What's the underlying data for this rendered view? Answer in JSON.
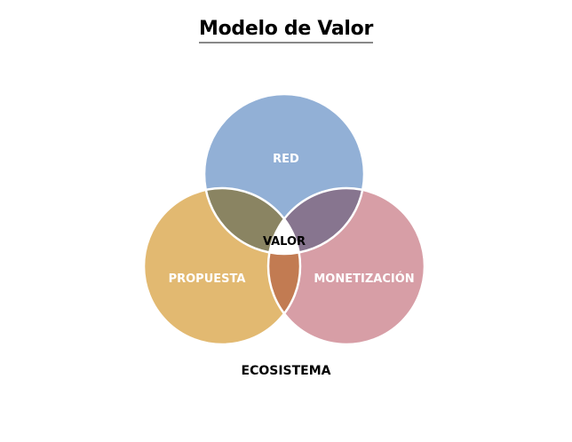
{
  "title": "Modelo de Valor",
  "footer": "ECOSISTEMA",
  "sets": [
    {
      "id": "red",
      "label": "RED",
      "color": "#92b0d6"
    },
    {
      "id": "propuesta",
      "label": "PROPUESTA",
      "color": "#e2b971"
    },
    {
      "id": "monetizacion",
      "label": "MONETIZACIÓN",
      "color": "#d79ea6"
    }
  ],
  "intersections": [
    {
      "sets": [
        "red",
        "propuesta"
      ],
      "color": "#8a8462"
    },
    {
      "sets": [
        "red",
        "monetizacion"
      ],
      "color": "#87758f"
    },
    {
      "sets": [
        "propuesta",
        "monetizacion"
      ],
      "color": "#c27b52"
    },
    {
      "sets": [
        "red",
        "propuesta",
        "monetizacion"
      ],
      "label": "VALOR",
      "color": "#ffffff"
    }
  ]
}
